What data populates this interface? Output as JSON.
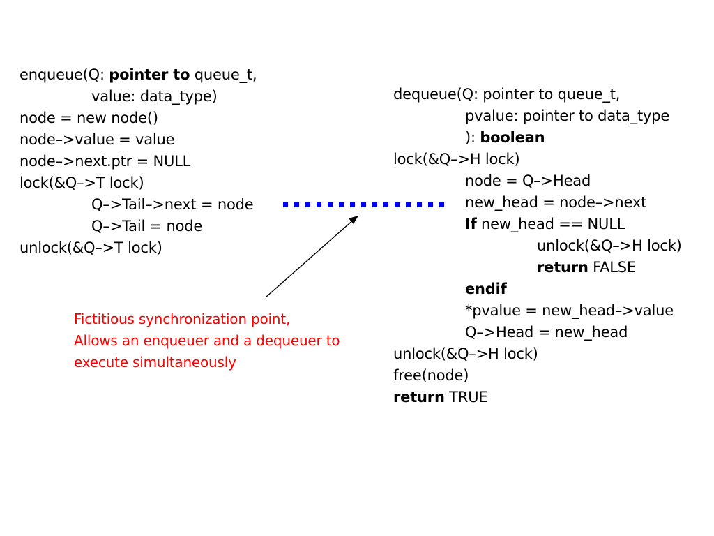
{
  "enqueue": {
    "lines": [
      {
        "indent": 0,
        "parts": [
          {
            "t": "enqueue(Q: ",
            "b": false
          },
          {
            "t": "pointer to",
            "b": true
          },
          {
            "t": " queue_t,",
            "b": false
          }
        ]
      },
      {
        "indent": 1,
        "parts": [
          {
            "t": "value: data_type)",
            "b": false
          }
        ]
      },
      {
        "indent": 0,
        "parts": [
          {
            "t": "node = new node()",
            "b": false
          }
        ]
      },
      {
        "indent": 0,
        "parts": [
          {
            "t": "node–>value = value",
            "b": false
          }
        ]
      },
      {
        "indent": 0,
        "parts": [
          {
            "t": "node–>next.ptr = NULL",
            "b": false
          }
        ]
      },
      {
        "indent": 0,
        "parts": [
          {
            "t": "lock(&Q–>T lock)",
            "b": false
          }
        ]
      },
      {
        "indent": 1,
        "parts": [
          {
            "t": "Q–>Tail–>next = node",
            "b": false
          }
        ]
      },
      {
        "indent": 1,
        "parts": [
          {
            "t": "Q–>Tail = node",
            "b": false
          }
        ]
      },
      {
        "indent": 0,
        "parts": [
          {
            "t": "unlock(&Q–>T lock)",
            "b": false
          }
        ]
      }
    ]
  },
  "dequeue": {
    "lines": [
      {
        "indent": 0,
        "parts": [
          {
            "t": "dequeue(Q: pointer to queue_t,",
            "b": false
          }
        ]
      },
      {
        "indent": 1,
        "parts": [
          {
            "t": "pvalue: pointer to data_type",
            "b": false
          }
        ]
      },
      {
        "indent": 1,
        "parts": [
          {
            "t": "): ",
            "b": false
          },
          {
            "t": "boolean",
            "b": true
          }
        ]
      },
      {
        "indent": 0,
        "parts": [
          {
            "t": "lock(&Q–>H lock)",
            "b": false
          }
        ]
      },
      {
        "indent": 1,
        "parts": [
          {
            "t": "node = Q–>Head",
            "b": false
          }
        ]
      },
      {
        "indent": 1,
        "parts": [
          {
            "t": "new_head = node–>next",
            "b": false
          }
        ]
      },
      {
        "indent": 1,
        "parts": [
          {
            "t": "If",
            "b": true
          },
          {
            "t": " new_head == NULL",
            "b": false
          }
        ]
      },
      {
        "indent": 2,
        "parts": [
          {
            "t": "unlock(&Q–>H lock)",
            "b": false
          }
        ]
      },
      {
        "indent": 2,
        "parts": [
          {
            "t": "return",
            "b": true
          },
          {
            "t": " FALSE",
            "b": false
          }
        ]
      },
      {
        "indent": 1,
        "parts": [
          {
            "t": "endif",
            "b": true
          }
        ]
      },
      {
        "indent": 1,
        "parts": [
          {
            "t": "*pvalue = new_head–>value",
            "b": false
          }
        ]
      },
      {
        "indent": 1,
        "parts": [
          {
            "t": "Q–>Head = new_head",
            "b": false
          }
        ]
      },
      {
        "indent": 0,
        "parts": [
          {
            "t": "unlock(&Q–>H lock)",
            "b": false
          }
        ]
      },
      {
        "indent": 0,
        "parts": [
          {
            "t": "free(node)",
            "b": false
          }
        ]
      },
      {
        "indent": 0,
        "parts": [
          {
            "t": "return",
            "b": true
          },
          {
            "t": " TRUE",
            "b": false
          }
        ]
      }
    ]
  },
  "annotation": {
    "lines": [
      "Fictitious synchronization point,",
      "Allows an enqueuer and a dequeuer to",
      "execute simultaneously"
    ]
  },
  "colors": {
    "text": "#000000",
    "annotation": "#ff0000",
    "sync_line": "#0000ff",
    "arrow": "#000000",
    "background": "#ffffff"
  }
}
